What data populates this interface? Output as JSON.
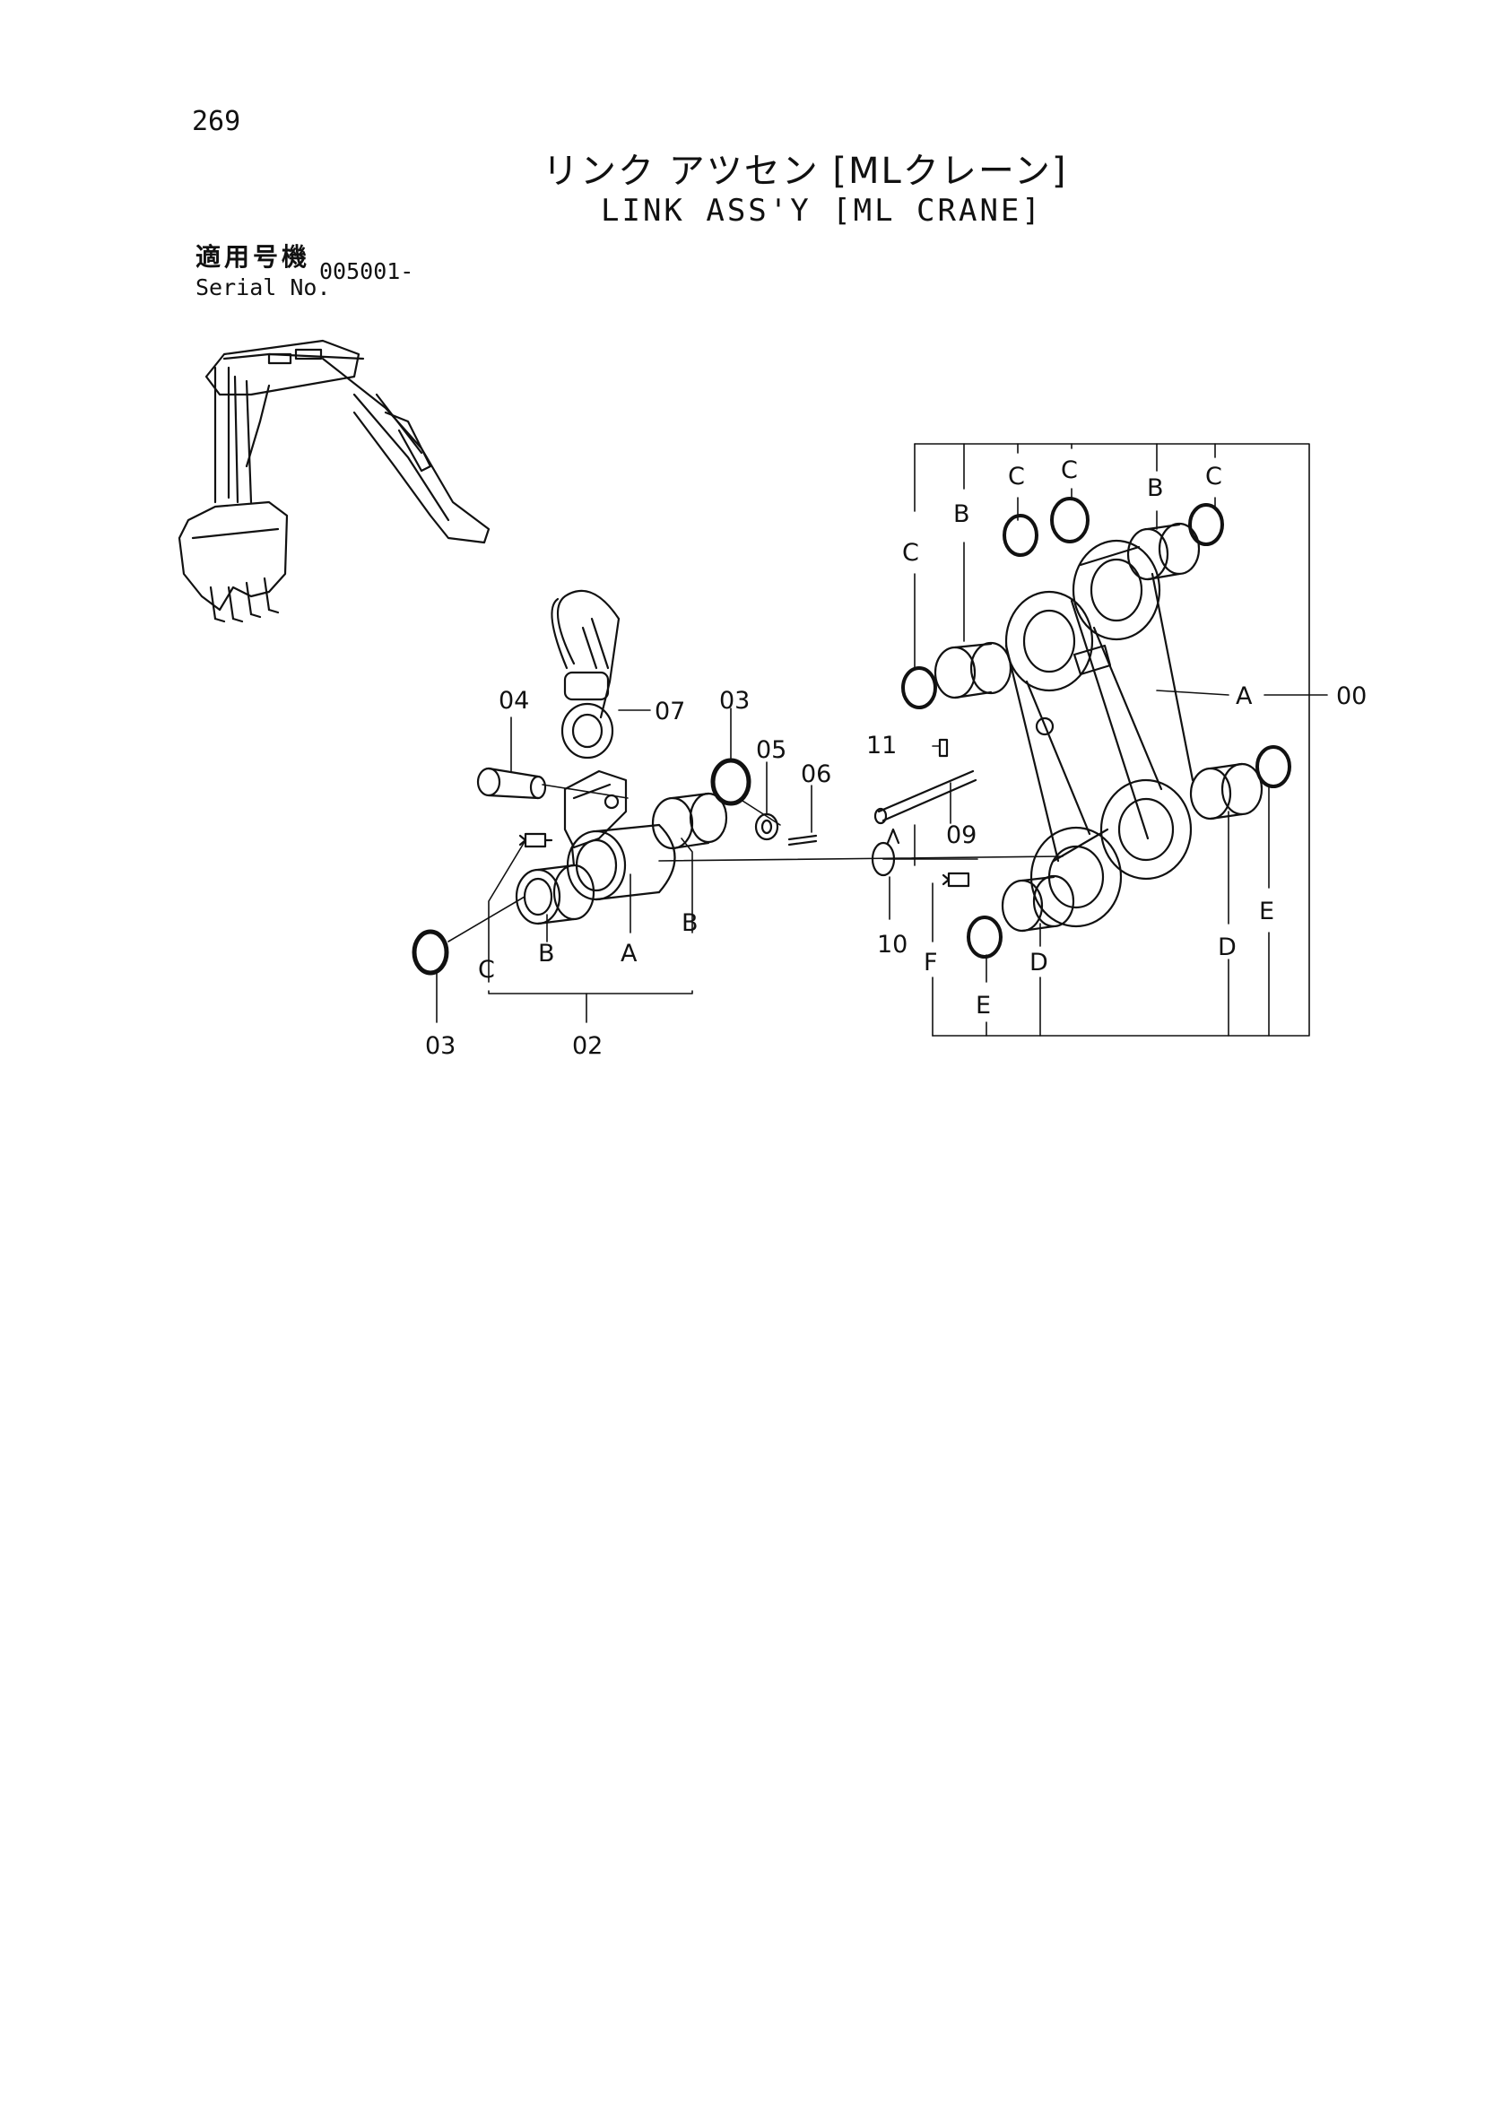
{
  "header": {
    "page_number": "269",
    "title_jp": "リンク アツセン [MLクレーン]",
    "title_en": "LINK ASS'Y [ML CRANE]",
    "serial_label_jp": "適用号機",
    "serial_label_en": "Serial No.",
    "serial_value": "005001-"
  },
  "callouts": {
    "c00": "00",
    "c02": "02",
    "c03_top": "03",
    "c03_bottom": "03",
    "c04": "04",
    "c05": "05",
    "c06": "06",
    "c07": "07",
    "c09": "09",
    "c10": "10",
    "c11": "11",
    "left_A": "A",
    "left_B_top": "B",
    "left_B_bottom": "B",
    "left_C": "C",
    "right_A": "A",
    "right_C_top1": "C",
    "right_B_top1": "B",
    "right_C_top2": "C",
    "right_C_top3": "C",
    "right_B_top2": "B",
    "right_C_top4": "C",
    "right_D_left": "D",
    "right_E_bottom": "E",
    "right_F": "F",
    "right_D_right": "D",
    "right_E_right": "E"
  }
}
